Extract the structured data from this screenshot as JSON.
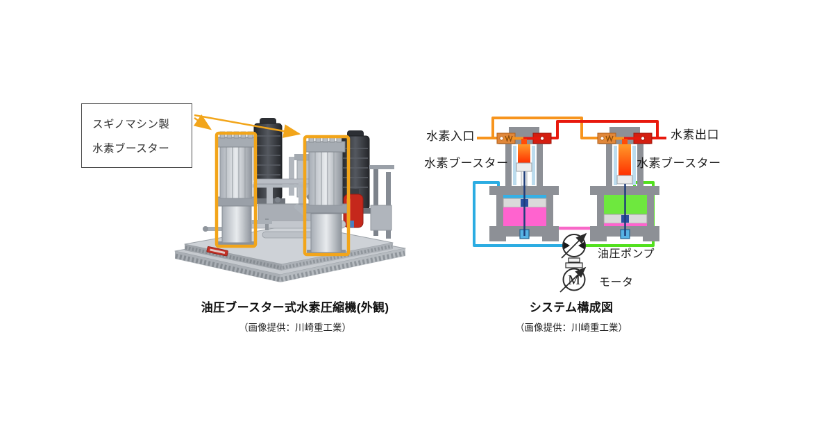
{
  "left_figure": {
    "callout": {
      "line1": "スギノマシン製",
      "line2": "水素ブースター"
    },
    "caption": {
      "title": "油圧ブースター式水素圧縮機(外観)",
      "credit": "（画像提供：川崎重工業）"
    }
  },
  "system_diagram": {
    "labels": {
      "hydrogen_inlet": "水素入口",
      "hydrogen_outlet": "水素出口",
      "hydrogen_booster_left": "水素ブースター",
      "hydrogen_booster_right": "水素ブースター",
      "hydraulic_pump": "油圧ポンプ",
      "motor": "モータ",
      "motor_symbol": "M"
    },
    "caption": {
      "title": "システム構成図",
      "credit": "（画像提供：川崎重工業）"
    }
  },
  "colors": {
    "highlight_yellow": "#F2A51A",
    "pipe_orange_inlet": "#F7941D",
    "pipe_red_outlet": "#E8190D",
    "pipe_blue_hydraulic": "#2BACE2",
    "pipe_green_hydraulic": "#52E01E",
    "pipe_pink_hydraulic": "#F868C8",
    "gas_orange": "#FF4D00",
    "fluid_pink": "#FF63CF",
    "fluid_green": "#6EE83E",
    "metal_gray": "#8D9096",
    "red_vessel": "#C5281C"
  }
}
